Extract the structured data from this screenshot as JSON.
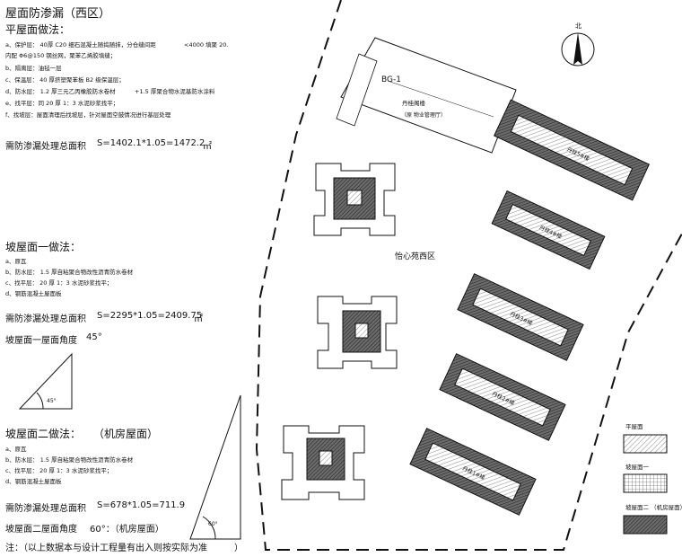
{
  "title": "屋面防渗漏（西区）",
  "flat": {
    "heading": "平屋面做法：",
    "items": [
      "a、保护层：    40厚 C20  细石混凝土随捣随抹，分仓缝间距",
      "<4000 填聚  20.",
      "内配  Φ6@150  钢丝网，聚苯乙烯胶填缝；",
      "b、隔离层：油毡一层",
      "c、保温层：   40 厚挤塑聚苯板      B2 级保温层；",
      "d、防水层：   1.2  厚三元乙丙橡胶防水卷材",
      "+1.5  厚聚合物水泥基防水涂料",
      "e、找平层：同      20 厚 1：3 水泥砂浆找平；",
      "f、找坡层：屋面清理后找坡层，针对屋面空鼓情况进行基层处理"
    ],
    "area_label": "需防渗漏处理总面积",
    "area_value": "S=1402.1*1.05=1472.2",
    "unit": "㎡"
  },
  "slope1": {
    "heading": "坡屋面一做法：",
    "items": [
      "a、原瓦",
      "b、防水层：    1.5  厚自粘聚合物改性沥青防水卷材",
      "c、找平层：    20 厚 1：3 水泥砂浆找平；",
      "d、钢筋混凝土屋面板"
    ],
    "area_label": "需防渗漏处理总面积",
    "area_value": "S=2295*1.05=2409.75",
    "unit": "㎡",
    "angle_label": "坡屋面一屋面角度",
    "angle_value": "45°",
    "tri_angle": "45°"
  },
  "slope2": {
    "heading": "坡屋面二做法：",
    "heading_note": "（机房屋面）",
    "items": [
      "a、原瓦",
      "b、防水层：    1.5  厚自粘聚合物改性沥青防水卷材",
      "c、找平层：    20 厚 1：3 水泥砂浆找平；",
      "d、钢筋混凝土屋面板"
    ],
    "area_label": "需防渗漏处理总面积",
    "area_value": "S=678*1.05=711.9",
    "unit": "㎡",
    "angle_label": "坡屋面二屋面角度",
    "angle_value": "60°：（机房屋面）",
    "tri_angle": "60°"
  },
  "note": "注：（以上数据本与设计工程量有出入则按实际为准",
  "note_close": "）",
  "plan": {
    "north": "北",
    "building_top": "BG-1",
    "building_top_name": "丹桂阁楼",
    "building_top_sub": "（原 物业管理厅）",
    "district": "怡心苑西区",
    "bars": [
      "丹桂5#楼",
      "丹桂4#楼",
      "丹桂3#楼",
      "丹桂2#楼",
      "丹桂1#楼"
    ]
  },
  "legend": {
    "items": [
      "平屋面",
      "坡屋面一",
      "坡屋面二    （机房屋面）"
    ]
  },
  "colors": {
    "line": "#111111",
    "dark_fill": "#555555",
    "light_fill": "#dddddd"
  }
}
